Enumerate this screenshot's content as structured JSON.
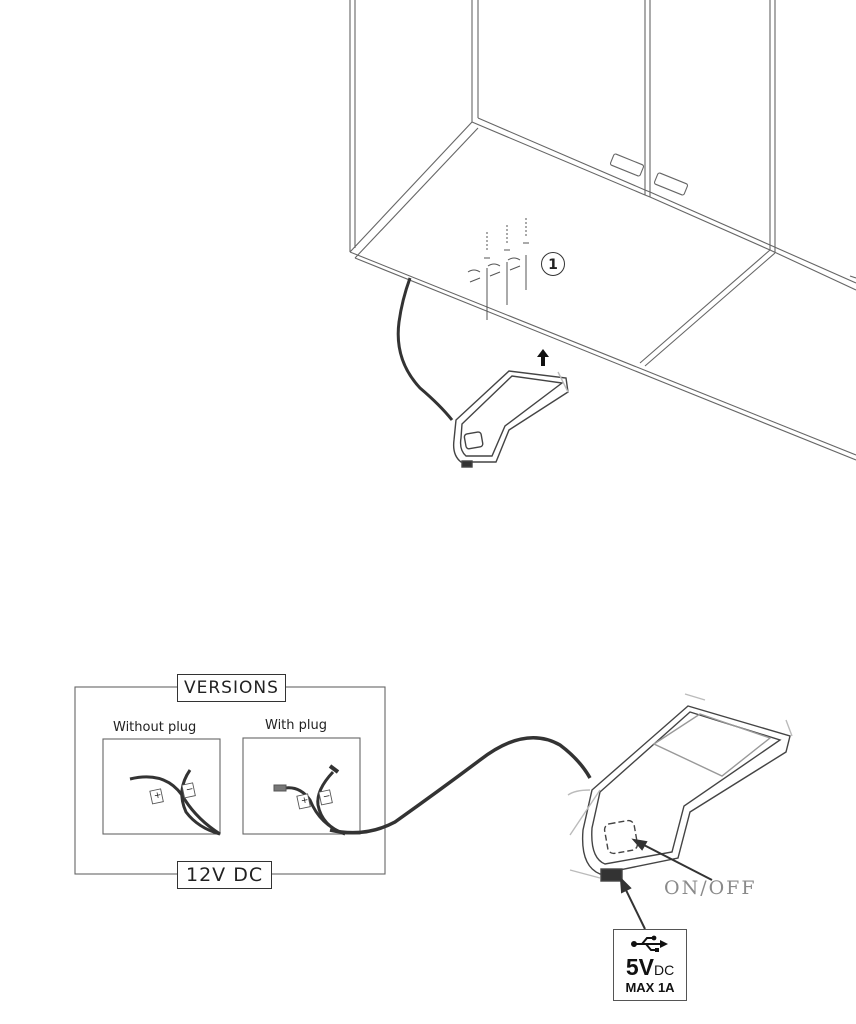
{
  "installation": {
    "step_number": "1"
  },
  "versions_panel": {
    "title": "VERSIONS",
    "without_plug_label": "Without plug",
    "with_plug_label": "With plug",
    "polarity_plus": "+",
    "polarity_minus": "−",
    "voltage_label": "12V DC"
  },
  "device": {
    "switch_label": "ON/OFF",
    "usb_port": {
      "icon": "usb-icon",
      "voltage": "5V",
      "voltage_suffix": "DC",
      "current": "MAX 1A"
    }
  },
  "colors": {
    "line": "#444444",
    "cable": "#333333",
    "light_line": "#bbbbbb"
  }
}
